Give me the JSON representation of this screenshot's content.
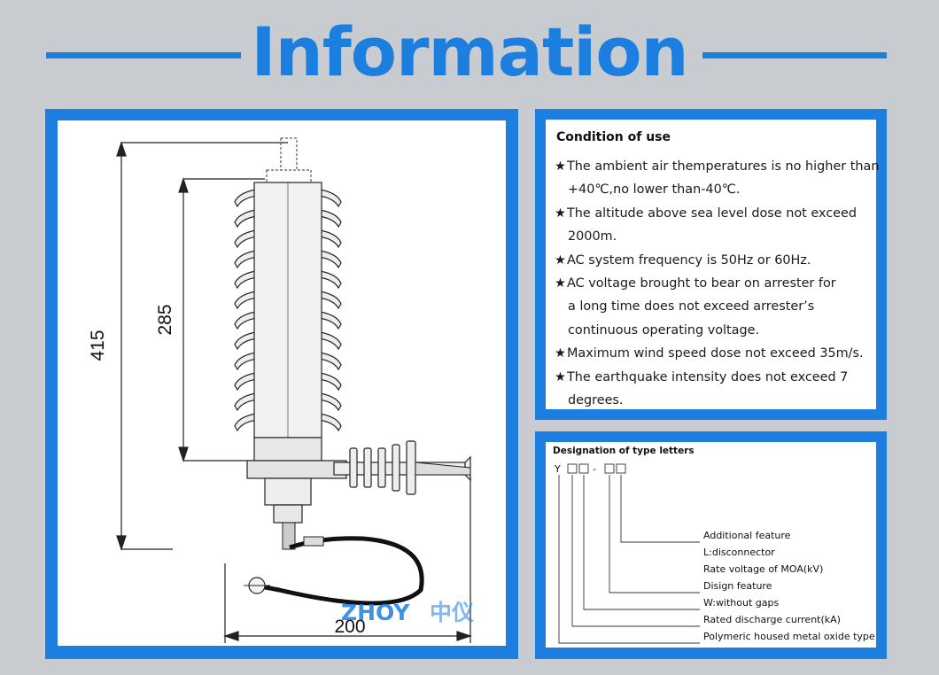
{
  "header": {
    "title": "Information",
    "accent_color": "#1c7fe0"
  },
  "drawing": {
    "dimension_total_height": "415",
    "dimension_shed_height": "285",
    "dimension_width": "200",
    "watermark_latin": "ZHOY",
    "watermark_cjk": "中仪"
  },
  "conditions": {
    "heading": "Condition of use",
    "bullet": "★",
    "items": [
      {
        "lines": [
          "The ambient air themperatures is no higher than",
          "+40℃,no lower than-40℃."
        ]
      },
      {
        "lines": [
          "The altitude above sea level dose not exceed",
          "2000m."
        ]
      },
      {
        "lines": [
          "AC system frequency is 50Hz or 60Hz."
        ]
      },
      {
        "lines": [
          "AC voltage brought to bear on arrester for",
          "a long time does not exceed arrester’s",
          "continuous operating voltage."
        ]
      },
      {
        "lines": [
          "Maximum wind speed dose not exceed 35m/s."
        ]
      },
      {
        "lines": [
          "The earthquake intensity does not exceed 7",
          "degrees."
        ]
      }
    ]
  },
  "designation": {
    "heading": "Designation of type letters",
    "code_prefix": "Y",
    "code_dash": "-",
    "labels": [
      "Additional feature",
      "L:disconnector",
      "Rate voltage of MOA(kV)",
      "Disign feature",
      "W:without gaps",
      "Rated discharge current(kA)",
      "Polymeric housed metal oxide type"
    ]
  }
}
